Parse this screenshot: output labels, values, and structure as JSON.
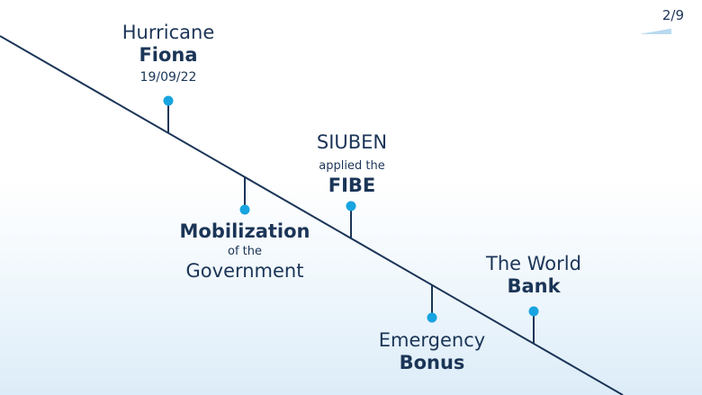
{
  "page": {
    "number": "2/9"
  },
  "colors": {
    "line": "#1b3557",
    "dot": "#18a4e0",
    "text": "#1b3557"
  },
  "events": [
    {
      "id": "hurricane-fiona",
      "line1": "Hurricane",
      "line2": "Fiona",
      "line3": "19/09/22"
    },
    {
      "id": "mobilization",
      "line1": "Mobilization",
      "line2": "of the",
      "line3": "Government"
    },
    {
      "id": "siuben",
      "line1": "SIUBEN",
      "line2": "applied the",
      "line3": "FIBE"
    },
    {
      "id": "emergency-bonus",
      "line1": "Emergency",
      "line2": "Bonus"
    },
    {
      "id": "world-bank",
      "line1": "The World",
      "line2": "Bank"
    }
  ]
}
